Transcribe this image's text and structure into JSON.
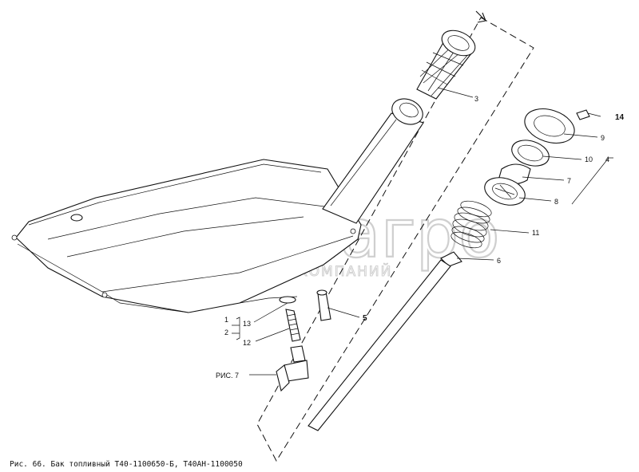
{
  "watermark": {
    "brand": "белагро",
    "tagline": "ГРУППА КОМПАНИЙ"
  },
  "callouts": {
    "c1": "1",
    "c2": "2",
    "c3": "3",
    "c4": "4",
    "c5": "5",
    "c6": "6",
    "c7": "7",
    "c8": "8",
    "c9": "9",
    "c10": "10",
    "c11": "11",
    "c12": "12",
    "c13": "13",
    "c14": "14"
  },
  "ref_label": "РИС. 7",
  "caption": "Рис. 66. Бак топливный Т40-1100650-Б, Т40АН-1100050"
}
